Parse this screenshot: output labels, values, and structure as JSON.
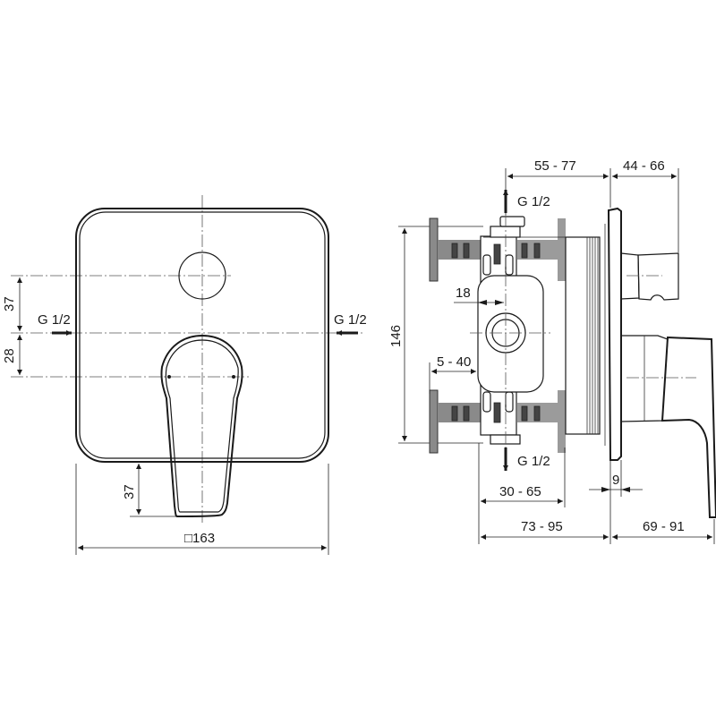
{
  "drawing": {
    "title": "Concealed bath/shower mixer – technical dimension drawing",
    "front_view": {
      "plate_size_label": "□163",
      "dim_upper_inlet_offset": "37",
      "dim_lower_offset": "28",
      "dim_handle_drop": "37",
      "inlet_left_label": "G 1/2",
      "inlet_right_label": "G 1/2"
    },
    "side_view": {
      "dim_body_depth_top": "55 - 77",
      "dim_outlet_projection": "44 - 66",
      "outlet_top_label": "G 1/2",
      "outlet_bottom_label": "G 1/2",
      "dim_height": "146",
      "dim_center_offset": "18",
      "dim_connection_offset": "5 - 40",
      "dim_install_depth": "30 - 65",
      "dim_plate_thickness": "9",
      "dim_total_depth": "73 - 95",
      "dim_handle_projection": "69 - 91"
    },
    "colors": {
      "line": "#1a1a1a",
      "hatch_gray": "#8a8a8a",
      "dark_slot": "#444444",
      "background": "#ffffff"
    }
  }
}
